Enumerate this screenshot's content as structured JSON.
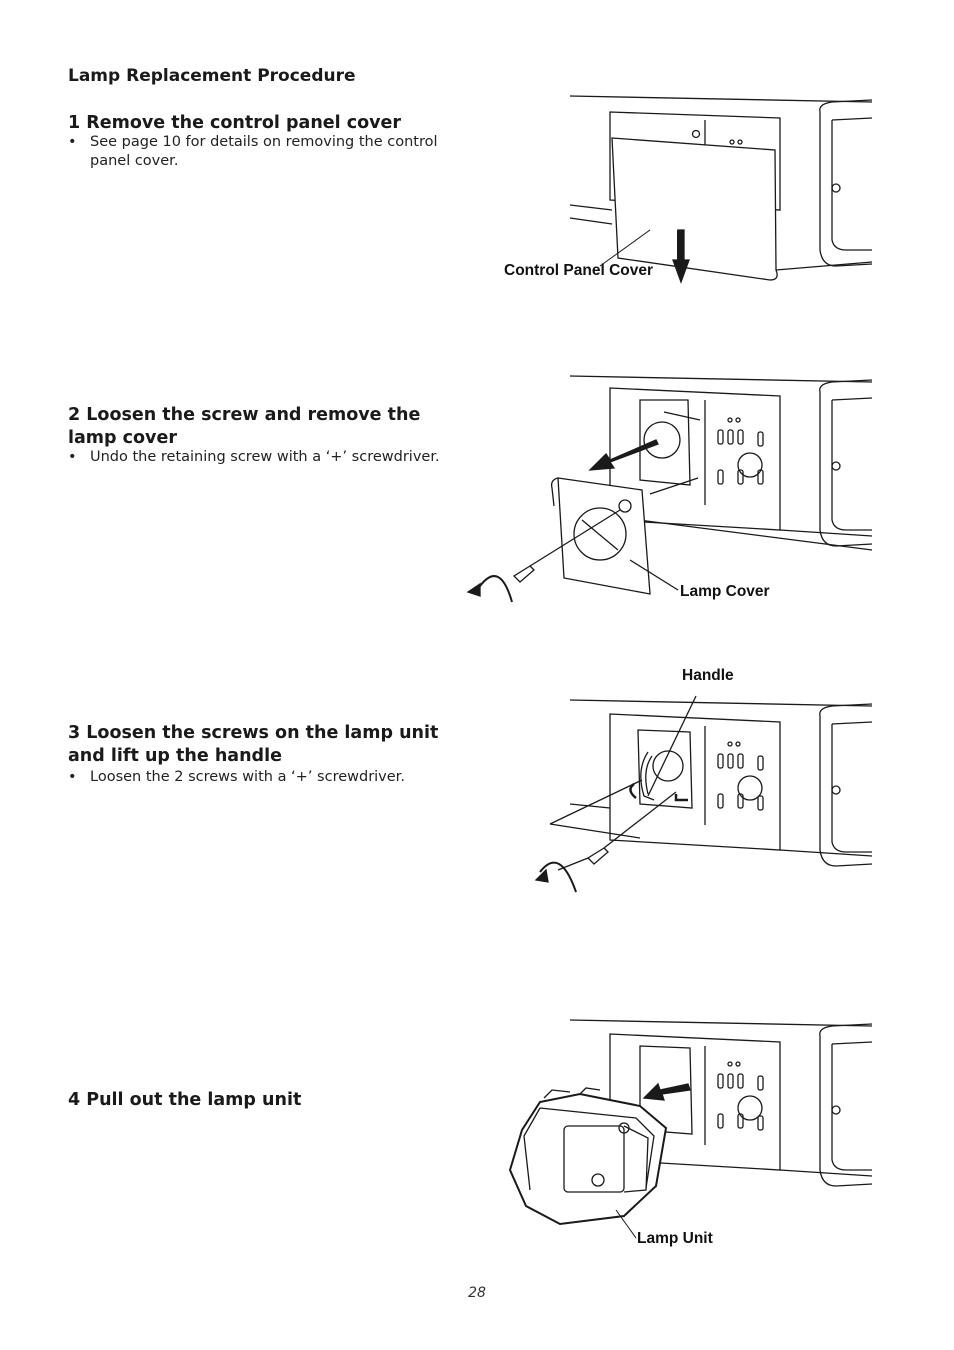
{
  "title": "Lamp Replacement Procedure",
  "steps": [
    {
      "heading": "1 Remove the control panel cover",
      "bullet": "See page 10 for details on removing the control panel cover.",
      "callouts": [
        "Control Panel Cover"
      ]
    },
    {
      "heading": "2 Loosen the screw and remove the lamp cover",
      "bullet": "Undo the retaining screw with a ‘+’ screwdriver.",
      "callouts": [
        "Lamp Cover"
      ]
    },
    {
      "heading": "3 Loosen the screws on the lamp unit and lift up the handle",
      "bullet": "Loosen the 2 screws with a ‘+’ screwdriver.",
      "callouts": [
        "Handle"
      ]
    },
    {
      "heading": "4 Pull out the lamp unit",
      "bullet": "",
      "callouts": [
        "Lamp Unit"
      ]
    }
  ],
  "bullet_symbol": "•",
  "page_number": "28"
}
